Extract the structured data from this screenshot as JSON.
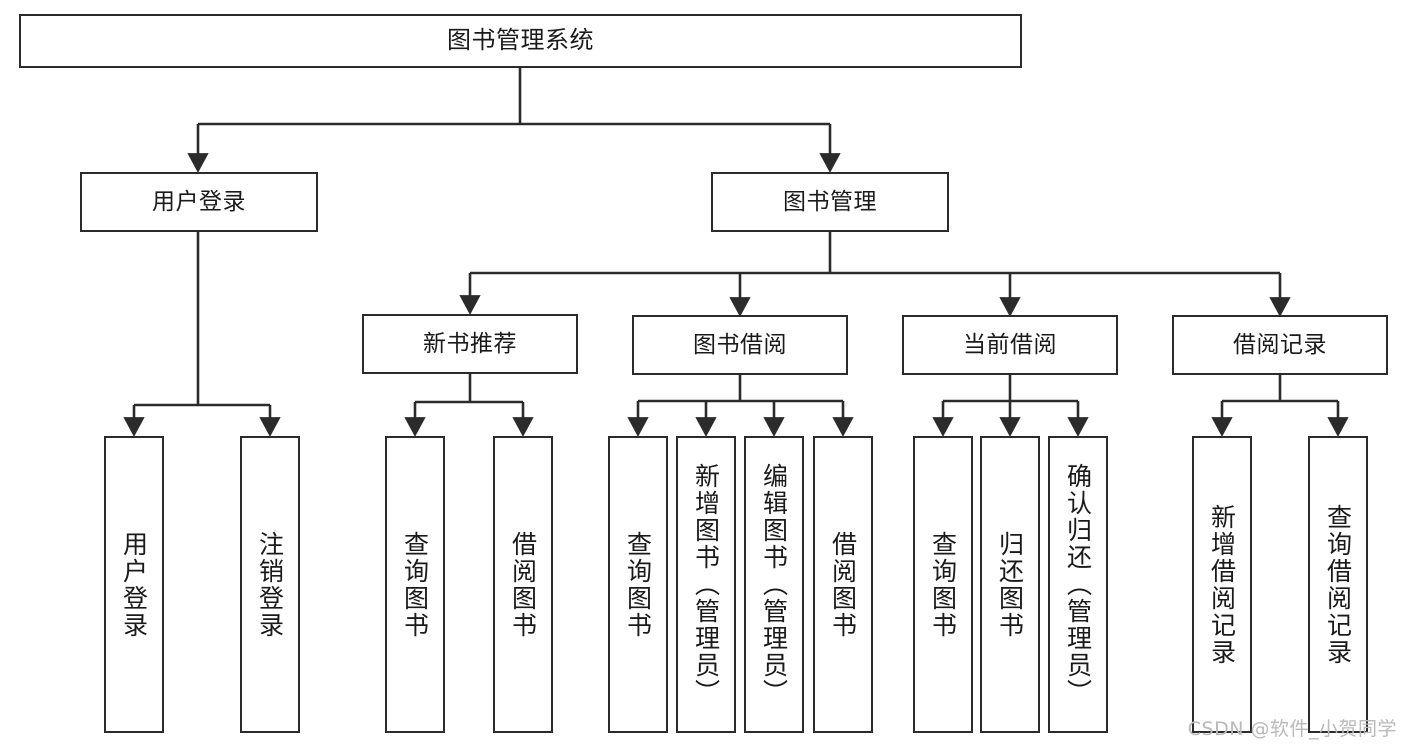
{
  "diagram": {
    "title": "图书管理系统",
    "type": "tree",
    "watermark": "CSDN @软件_小贺同学",
    "stroke_color": "#2b2b2b",
    "fill_color": "#ffffff",
    "text_color": "#1a1a1a",
    "watermark_color": "#b9b9b9"
  },
  "nodes": {
    "root": {
      "label": "图书管理系统"
    },
    "level2": [
      {
        "label": "用户登录"
      },
      {
        "label": "图书管理"
      }
    ],
    "level3": [
      {
        "label": "新书推荐"
      },
      {
        "label": "图书借阅"
      },
      {
        "label": "当前借阅"
      },
      {
        "label": "借阅记录"
      }
    ],
    "leaves": {
      "user_login": [
        {
          "label": "用户登录"
        },
        {
          "label": "注销登录"
        }
      ],
      "new_book": [
        {
          "label": "查询图书"
        },
        {
          "label": "借阅图书"
        }
      ],
      "book_borrow": [
        {
          "label": "查询图书"
        },
        {
          "label": "新增图书（管理员）"
        },
        {
          "label": "编辑图书（管理员）"
        },
        {
          "label": "借阅图书"
        }
      ],
      "current_borrow": [
        {
          "label": "查询图书"
        },
        {
          "label": "归还图书"
        },
        {
          "label": "确认归还（管理员）"
        }
      ],
      "borrow_record": [
        {
          "label": "新增借阅记录"
        },
        {
          "label": "查询借阅记录"
        }
      ]
    }
  }
}
